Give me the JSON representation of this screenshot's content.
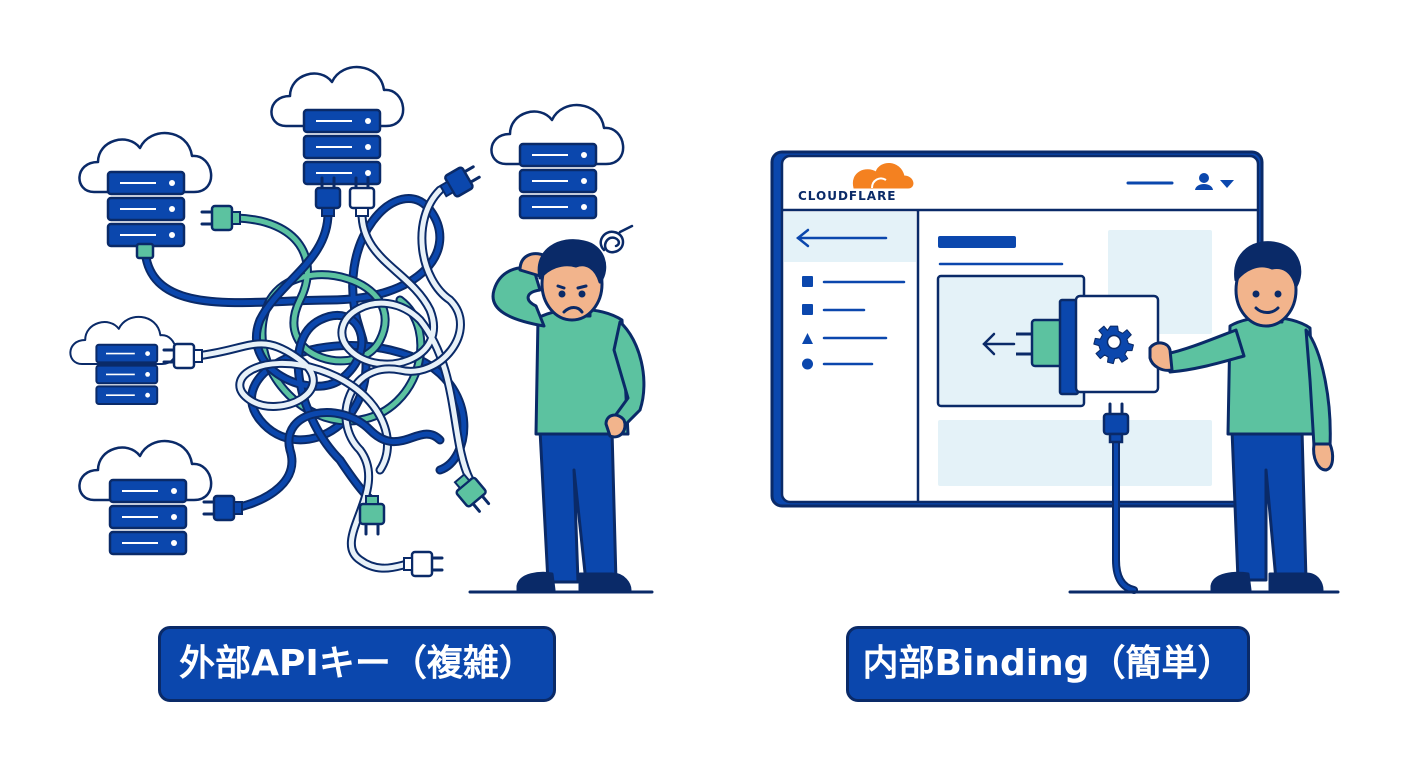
{
  "left_panel": {
    "caption": "外部APIキー（複雑）"
  },
  "right_panel": {
    "caption": "内部Binding（簡単）",
    "window_brand": "CLOUDFLARE"
  },
  "colors": {
    "primary_blue": "#0b47ad",
    "dark_navy": "#0a2a68",
    "teal": "#5cc2a0",
    "light_panel": "#e4f2f8",
    "skin": "#f2b48c",
    "cloudflare_orange": "#f48120"
  },
  "icons": [
    "cloud-icon",
    "server-icon",
    "plug-icon",
    "gear-icon",
    "arrow-left-icon",
    "user-icon",
    "chevron-down-icon",
    "dizzy-scribble-icon"
  ]
}
